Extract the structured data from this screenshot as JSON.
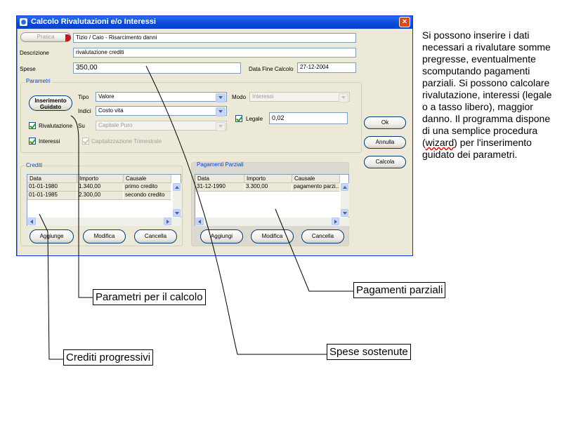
{
  "window": {
    "title": "Calcolo Rivalutazioni e/o Interessi",
    "close_label": "×",
    "pratica_button": "Pratica",
    "pratica_value": "Tizio / Caio - Risarcimento danni",
    "descrizione_label": "Descrizione",
    "descrizione_value": "rivalutazione crediti",
    "spese_label": "Spese",
    "spese_value": "350,00",
    "data_fine_label": "Data Fine Calcolo",
    "data_fine_value": "27-12-2004",
    "parametri": {
      "group_title": "Parametri",
      "wizard_button_line1": "Inserimento",
      "wizard_button_line2": "Guidato",
      "tipo_label": "Tipo",
      "tipo_value": "Valore",
      "indici_label": "Indici",
      "indici_value": "Costo vita",
      "modo_label": "Modo",
      "modo_value": "Interessi",
      "rivalutazione_label": "Rivalutazione",
      "rivalutazione_checked": true,
      "su_label": "Su",
      "su_value": "Capitale Puro",
      "legale_label": "Legale",
      "legale_checked": true,
      "legale_value": "0,02",
      "interessi_label": "Interessi",
      "interessi_checked": true,
      "capitalizzazione_label": "Capitalizzazione Trimestrale",
      "capitalizzazione_checked": true
    },
    "crediti": {
      "group_title": "Crediti",
      "columns": [
        "Data",
        "Importo",
        "Causale"
      ],
      "rows": [
        [
          "01-01-1980",
          "1.340,00",
          "primo credito"
        ],
        [
          "01-01-1985",
          "2.300,00",
          "secondo credito"
        ]
      ],
      "add_button": "Aggiunge",
      "edit_button": "Modifica",
      "delete_button": "Cancella"
    },
    "pagamenti": {
      "group_title": "Pagamenti Parziali",
      "columns": [
        "Data",
        "Importo",
        "Causale"
      ],
      "rows": [
        [
          "31-12-1990",
          "3.300,00",
          "pagamento parzi..."
        ]
      ],
      "add_button": "Aggiungi",
      "edit_button": "Modifica",
      "delete_button": "Cancella"
    },
    "ok_button": "Ok",
    "annulla_button": "Annulla",
    "calcola_button": "Calcola"
  },
  "description": {
    "before_wizard": "Si possono inserire i dati necessari a rivalutare somme pregresse, eventualmente scomputando pagamenti parziali. Si possono calcolare rivalutazione, interessi (legale o a tasso libero), maggior danno. Il programma dispone di una semplice procedura (",
    "wizard_word": "wizard",
    "after_wizard": ") per l'inserimento guidato dei parametri."
  },
  "callouts": {
    "parametri": "Parametri per il calcolo",
    "pagamenti": "Pagamenti parziali",
    "crediti": "Crediti progressivi",
    "spese": "Spese sostenute"
  },
  "colors": {
    "title_bar": "#0a4bd8",
    "group_title": "#0046d5",
    "window_bg": "#ece9d8",
    "close_button": "#d9491f"
  }
}
